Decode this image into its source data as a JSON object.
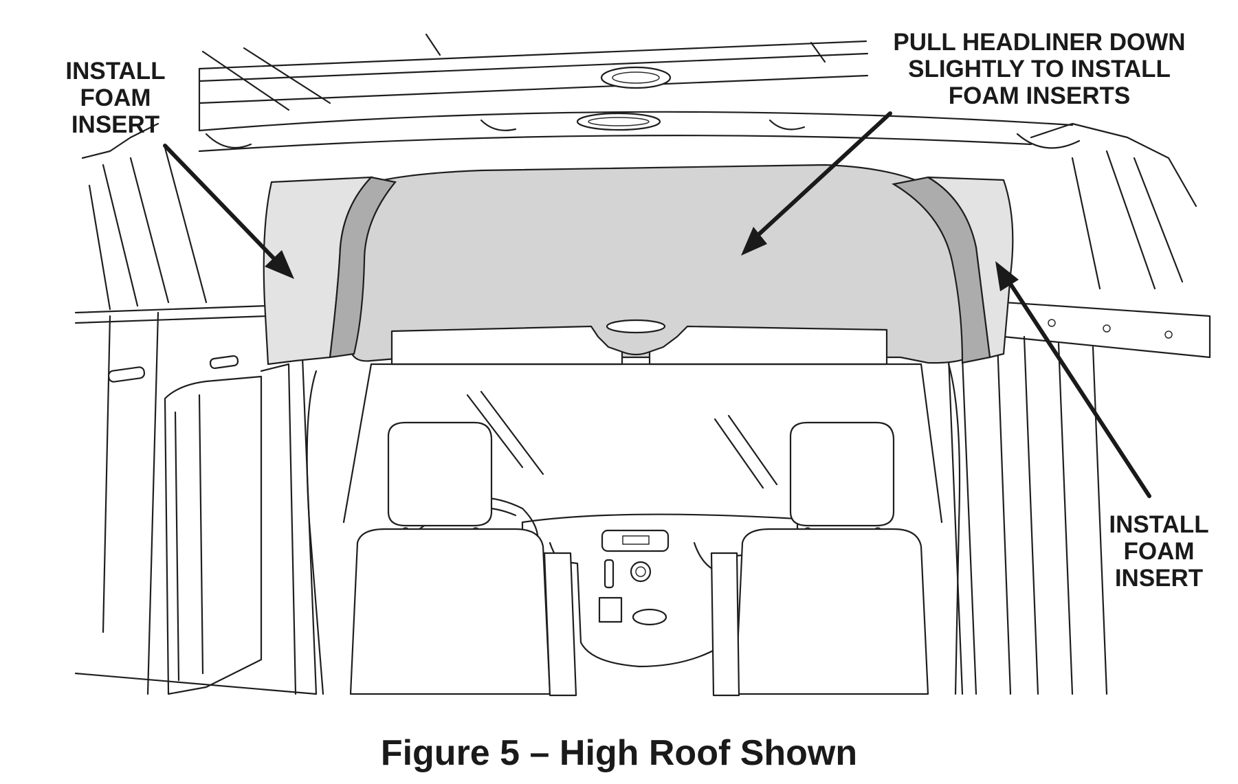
{
  "callouts": {
    "left": [
      "INSTALL",
      "FOAM",
      "INSERT"
    ],
    "top": [
      "PULL HEADLINER DOWN",
      "SLIGHTLY TO INSTALL",
      "FOAM INSERTS"
    ],
    "right": [
      "INSTALL",
      "FOAM",
      "INSERT"
    ]
  },
  "caption": "Figure 5 – High Roof Shown",
  "colors": {
    "headliner": "#d4d4d4",
    "foam_insert": "#e3e3e3",
    "foam_insert_edge": "#acacac",
    "line": "#1e1e1e"
  }
}
